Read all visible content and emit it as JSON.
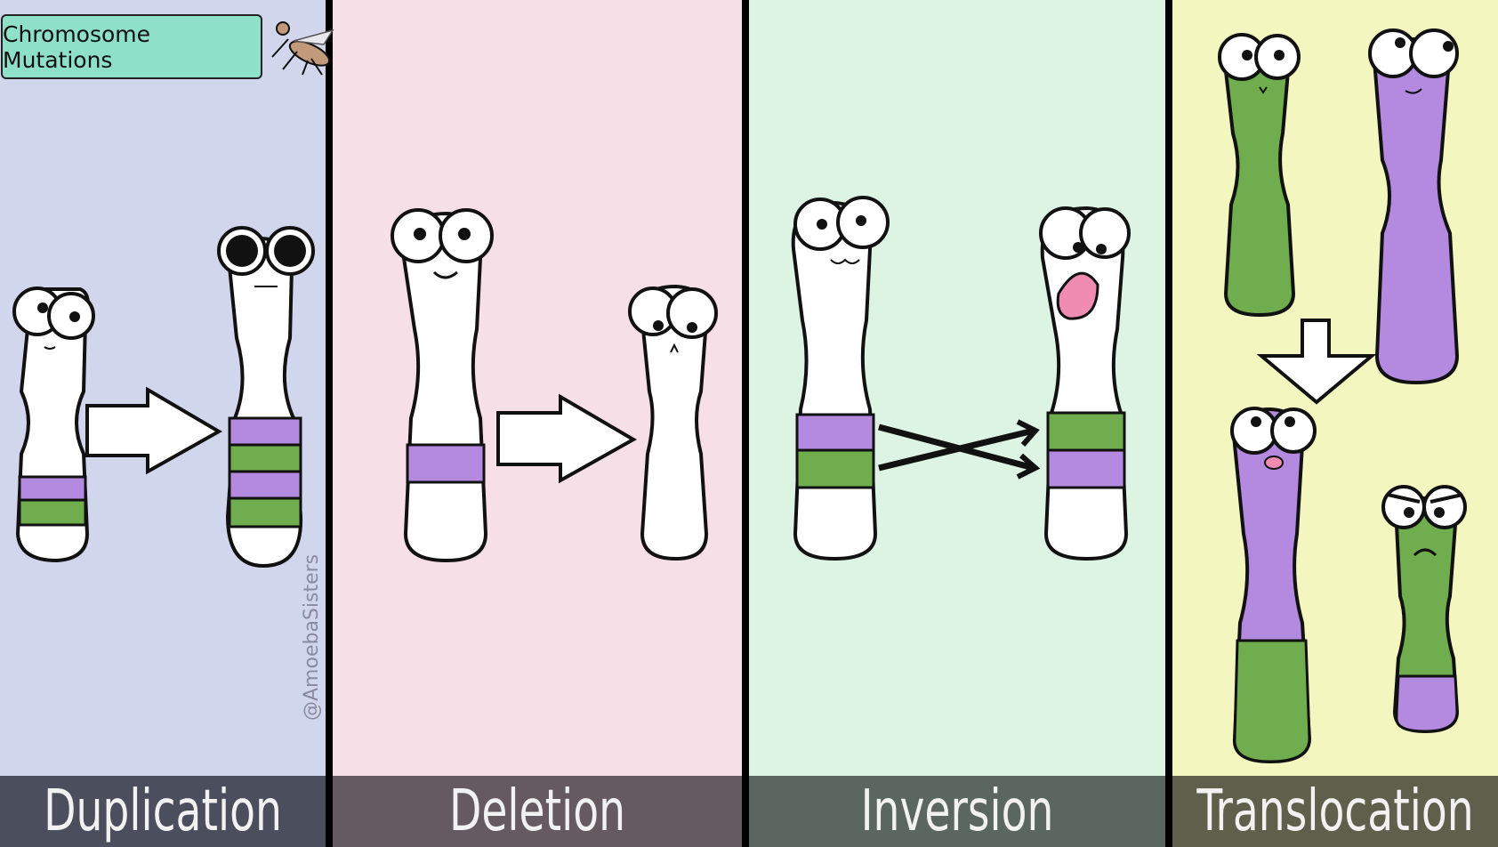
{
  "title": "Chromosome Mutations",
  "panels": [
    {
      "label": "Duplication",
      "bg": "#d2d6ec",
      "label_bg": "#4b4e5c"
    },
    {
      "label": "Deletion",
      "bg": "#f7dfe8",
      "label_bg": "#655a5f"
    },
    {
      "label": "Inversion",
      "bg": "#ddf3e4",
      "label_bg": "#5b6660"
    },
    {
      "label": "Translocation",
      "bg": "#f4f6c0",
      "label_bg": "#5e604c"
    }
  ],
  "watermark": "@AmoebaSisters",
  "colors": {
    "purple": "#b48ae0",
    "green": "#6fad4e",
    "white": "#ffffff",
    "outline": "#111111"
  }
}
